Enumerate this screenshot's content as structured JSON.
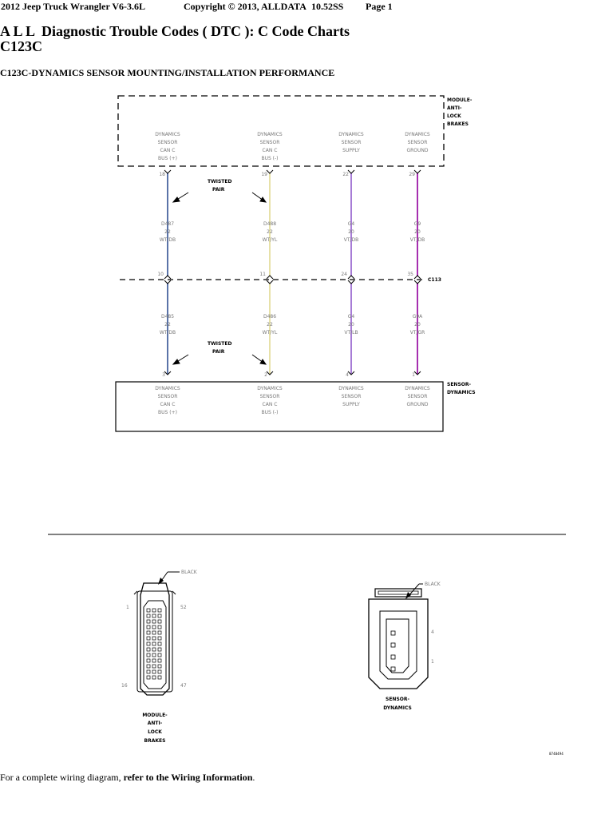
{
  "header": {
    "vehicle": "2012 Jeep Truck Wrangler V6-3.6L",
    "copyright": "Copyright © 2013, ALLDATA",
    "version": "10.52SS",
    "page": "Page 1"
  },
  "title": {
    "line1": "A L L  Diagnostic Trouble Codes ( DTC ): C Code Charts",
    "line2": "C123C"
  },
  "subtitle": "C123C-DYNAMICS SENSOR MOUNTING/INSTALLATION PERFORMANCE",
  "diagram": {
    "module_label": [
      "MODULE-",
      "ANTI-",
      "LOCK",
      "BRAKES"
    ],
    "sensor_label": [
      "SENSOR-",
      "DYNAMICS"
    ],
    "connector_label": "C113",
    "twisted_pair": [
      "TWISTED",
      "PAIR"
    ],
    "circuits": [
      {
        "module_pin": "18",
        "connector_pin": "10",
        "sensor_pin": "3",
        "color": "#5a73a8",
        "module_text": [
          "DYNAMICS",
          "SENSOR",
          "CAN C",
          "BUS (+)"
        ],
        "sensor_text": [
          "DYNAMICS",
          "SENSOR",
          "CAN C",
          "BUS (+)"
        ],
        "upper_wire": [
          "D487",
          "22",
          "WT/DB"
        ],
        "lower_wire": [
          "D485",
          "22",
          "WT/DB"
        ]
      },
      {
        "module_pin": "19",
        "connector_pin": "11",
        "sensor_pin": "2",
        "color": "#e7e1a8",
        "module_text": [
          "DYNAMICS",
          "SENSOR",
          "CAN C",
          "BUS (-)"
        ],
        "sensor_text": [
          "DYNAMICS",
          "SENSOR",
          "CAN C",
          "BUS (-)"
        ],
        "upper_wire": [
          "D488",
          "22",
          "WT/YL"
        ],
        "lower_wire": [
          "D486",
          "22",
          "WT/YL"
        ]
      },
      {
        "module_pin": "22",
        "connector_pin": "24",
        "sensor_pin": "4",
        "color": "#a77cd6",
        "module_text": [
          "DYNAMICS",
          "SENSOR",
          "SUPPLY"
        ],
        "sensor_text": [
          "DYNAMICS",
          "SENSOR",
          "SUPPLY"
        ],
        "upper_wire": [
          "G4",
          "20",
          "VT/DB"
        ],
        "lower_wire": [
          "G4",
          "20",
          "VT/LB"
        ]
      },
      {
        "module_pin": "29",
        "connector_pin": "35",
        "sensor_pin": "1",
        "color": "#a62fb0",
        "module_text": [
          "DYNAMICS",
          "SENSOR",
          "GROUND"
        ],
        "sensor_text": [
          "DYNAMICS",
          "SENSOR",
          "GROUND"
        ],
        "upper_wire": [
          "G9",
          "20",
          "VT/DB"
        ],
        "lower_wire": [
          "G9A",
          "20",
          "VT/GR"
        ]
      }
    ],
    "abs_connector": {
      "color": "BLACK",
      "pin_first": "1",
      "pin_top_right": "52",
      "pin_bottom_left": "16",
      "pin_bottom_right": "47",
      "label": [
        "MODULE-",
        "ANTI-",
        "LOCK",
        "BRAKES"
      ]
    },
    "sensor_connector": {
      "color": "BLACK",
      "pin_a": "4",
      "pin_b": "1",
      "label": [
        "SENSOR-",
        "DYNAMICS"
      ]
    },
    "figure_id": "8748494"
  },
  "footer": {
    "text": "For a complete wiring diagram, ",
    "link": "refer to the Wiring Information",
    "end": "."
  }
}
